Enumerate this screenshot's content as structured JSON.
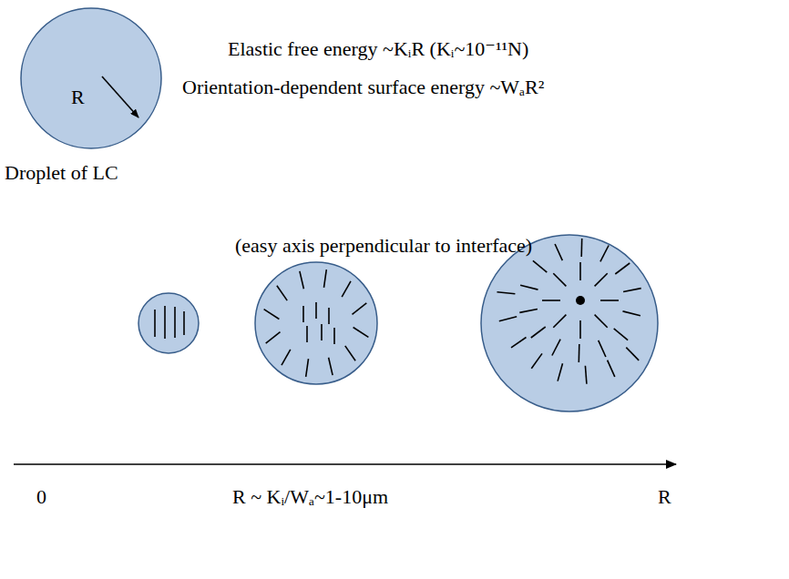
{
  "diagram": {
    "nodes": [
      {
        "text": [
          "R"
        ]
      }
    ],
    "labels": [
      "Elastic free energy ~KᵢR  (Kᵢ~10⁻¹¹N)",
      "Orientation-dependent surface energy ~WₐR²",
      "Droplet of LC",
      "(easy axis perpendicular to interface)",
      "0",
      "R ~ Kᵢ/Wₐ~1-10μm",
      "R"
    ]
  }
}
